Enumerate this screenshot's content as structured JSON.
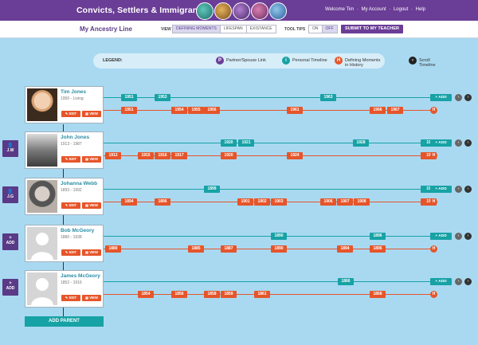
{
  "app": {
    "title": "Convicts, Settlers & Immigrants"
  },
  "top_links": {
    "welcome": "Welcome Tim",
    "account": "My Account",
    "logout": "Logout",
    "help": "Help",
    "sep": "·"
  },
  "subheader": {
    "title": "My Ancestry Line",
    "view_label": "VIEW",
    "view_options": [
      "DEFINING MOMENTS",
      "LIFESPAN",
      "EXISTANCE"
    ],
    "tooltips_label": "TOOL TIPS",
    "tooltips_options": [
      "ON",
      "OFF"
    ],
    "submit_label": "SUBMIT TO MY TEACHER"
  },
  "legend": {
    "title": "LEGEND:",
    "items": [
      {
        "icon": "P",
        "label": "Partner/Spouse Link"
      },
      {
        "icon": "i",
        "label": "Personal Timeline"
      },
      {
        "icon": "H",
        "label": "Defining Moments in History"
      },
      {
        "icon": "›",
        "label": "Scroll Timeline"
      }
    ]
  },
  "colors": {
    "purple": "#6a3d96",
    "teal": "#17a2a5",
    "orange": "#e6552a",
    "background": "#a9d9f1"
  },
  "buttons": {
    "edit": "✎ EDIT",
    "view": "▤ VIEW",
    "add": "+ ADD",
    "add_parent": "ADD PARENT",
    "history": "H",
    "prev": "‹",
    "next": "›"
  },
  "people": [
    {
      "name": "Tim Jones",
      "dates": "1950 - Living",
      "tag": "",
      "personal": [
        "1951",
        "1953",
        "1963"
      ],
      "history": [
        "1951",
        "1954",
        "1955",
        "1956",
        "1961",
        "1966",
        "1967"
      ]
    },
    {
      "name": "John Jones",
      "dates": "1913 - 1987",
      "tag": [
        "",
        "J.W"
      ],
      "personal": [
        "1920",
        "1921",
        "1928",
        "19"
      ],
      "history": [
        "1913",
        "1915",
        "1916",
        "1917",
        "1920",
        "1924",
        "19"
      ]
    },
    {
      "name": "Johanna Webb",
      "dates": "1893 - 1992",
      "tag": [
        "",
        "J.G"
      ],
      "personal": [
        "1899",
        "19"
      ],
      "history": [
        "1894",
        "1896",
        "1901",
        "1902",
        "1903",
        "1906",
        "1907",
        "1908",
        "19"
      ]
    },
    {
      "name": "Bob McGeory",
      "dates": "1880 - 1938",
      "tag": [
        "+",
        "ADD"
      ],
      "personal": [
        "1890",
        "1896"
      ],
      "history": [
        "1880",
        "1885",
        "1887",
        "1890",
        "1894",
        "1896"
      ]
    },
    {
      "name": "James McGeory",
      "dates": "1852 - 1916",
      "tag": [
        "+",
        "ADD"
      ],
      "personal": [
        "1866"
      ],
      "history": [
        "1854",
        "1856",
        "1858",
        "1859",
        "1861",
        "1868"
      ]
    }
  ]
}
